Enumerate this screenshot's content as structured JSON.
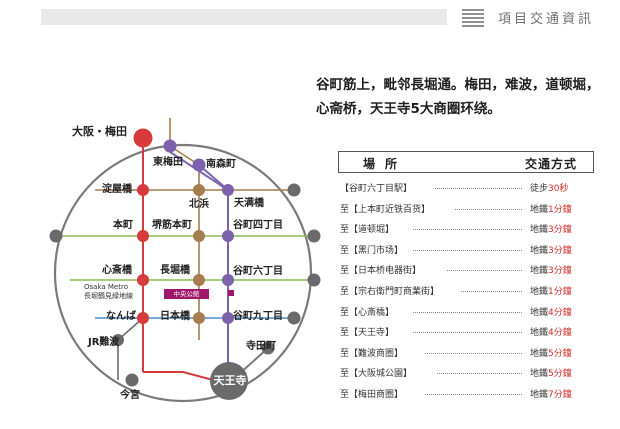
{
  "header": {
    "title": "項目交通資訊"
  },
  "intro": [
    "谷町筋上，毗邻長堀通。梅田，难波，道顿堀，",
    "心斋桥，天王寺5大商圈环绕。"
  ],
  "map": {
    "stations": {
      "osaka_umeda": "大阪・梅田",
      "higashi_umeda": "東梅田",
      "minami_morimachi": "南森町",
      "yodoyabashi": "淀屋橋",
      "kitahama": "北浜",
      "tenmabashi": "天满橋",
      "honmachi": "本町",
      "sakaisuji_honmachi": "堺筋本町",
      "tanimachi_4": "谷町四丁目",
      "shinsaibashi": "心斎橋",
      "nagahoribashi": "長堀橋",
      "tanimachi_6": "谷町六丁目",
      "namba": "なんば",
      "nipponbashi": "日本橋",
      "tanimachi_9": "谷町九丁目",
      "jr_namba": "JR難波",
      "teradacho": "寺田町",
      "imamiya": "今宮",
      "tennoji": "天王寺"
    },
    "metro_note": [
      "Osaka Metro",
      "長堀鶴見緑地線"
    ],
    "park_label": "中央公館"
  },
  "table": {
    "header_left": "場所",
    "header_right": "交通方式",
    "rows": [
      {
        "place": "【谷町六丁目駅】",
        "mode": "徒步",
        "time": "30秒"
      },
      {
        "place": "至【上本町近铁百货】",
        "mode": "地鐵",
        "time": "1分鐘"
      },
      {
        "place": "至【道顿堀】",
        "mode": "地鐵",
        "time": "3分鐘"
      },
      {
        "place": "至【黑门市场】",
        "mode": "地鐵",
        "time": "3分鐘"
      },
      {
        "place": "至【日本桥电器街】",
        "mode": "地鐵",
        "time": "3分鐘"
      },
      {
        "place": "至【宗右衛門町商業街】",
        "mode": "地鐵",
        "time": "1分鐘"
      },
      {
        "place": "至【心斎橋】",
        "mode": "地鐵",
        "time": "4分鐘"
      },
      {
        "place": "至【天王寺】",
        "mode": "地鐵",
        "time": "4分鐘"
      },
      {
        "place": "至【難波商圏】",
        "mode": "地鐵",
        "time": "5分鐘"
      },
      {
        "place": "至【大阪城公園】",
        "mode": "地鐵",
        "time": "5分鐘"
      },
      {
        "place": "至【梅田商圏】",
        "mode": "地鐵",
        "time": "7分鐘"
      }
    ]
  },
  "colors": {
    "red": "#d73a3a",
    "purple": "#7b62ab",
    "brown": "#a57d4e",
    "gray": "#6a6a6a",
    "green": "#88bb52",
    "blue": "#4c8fcc",
    "loop": "#7a7a7a",
    "magenta": "#a0186a"
  }
}
